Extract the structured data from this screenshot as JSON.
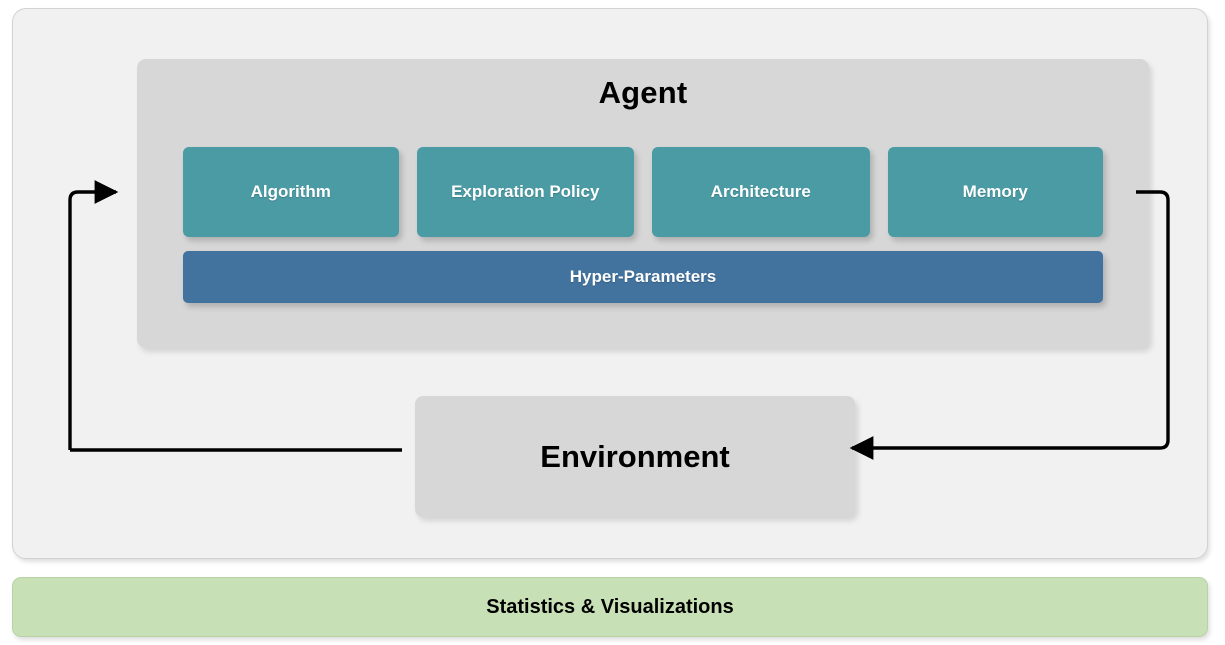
{
  "diagram": {
    "title_agent": "Agent",
    "agent": {
      "label": "Agent",
      "components": [
        {
          "label": "Algorithm",
          "name": "algorithm"
        },
        {
          "label": "Exploration Policy",
          "name": "exploration-policy"
        },
        {
          "label": "Architecture",
          "name": "architecture"
        },
        {
          "label": "Memory",
          "name": "memory"
        }
      ],
      "hyper_parameters": {
        "label": "Hyper-Parameters"
      }
    },
    "environment": {
      "label": "Environment"
    },
    "statistics": {
      "label": "Statistics & Visualizations"
    },
    "connections": [
      {
        "name": "environment-to-agent",
        "from": "Environment",
        "to": "Agent",
        "direction": "left-loop-up"
      },
      {
        "name": "agent-to-environment",
        "from": "Agent",
        "to": "Environment",
        "direction": "right-loop-down"
      }
    ],
    "colors": {
      "outer_panel_bg": "#f1f1f1",
      "agent_bg": "#d7d7d7",
      "component_teal": "#4b9ba4",
      "hyper_blue": "#42739e",
      "environment_bg": "#d7d7d7",
      "statistics_green": "#c8e0b5",
      "arrow_stroke": "#000000",
      "component_text": "#ffffff",
      "heading_text": "#000000"
    }
  }
}
